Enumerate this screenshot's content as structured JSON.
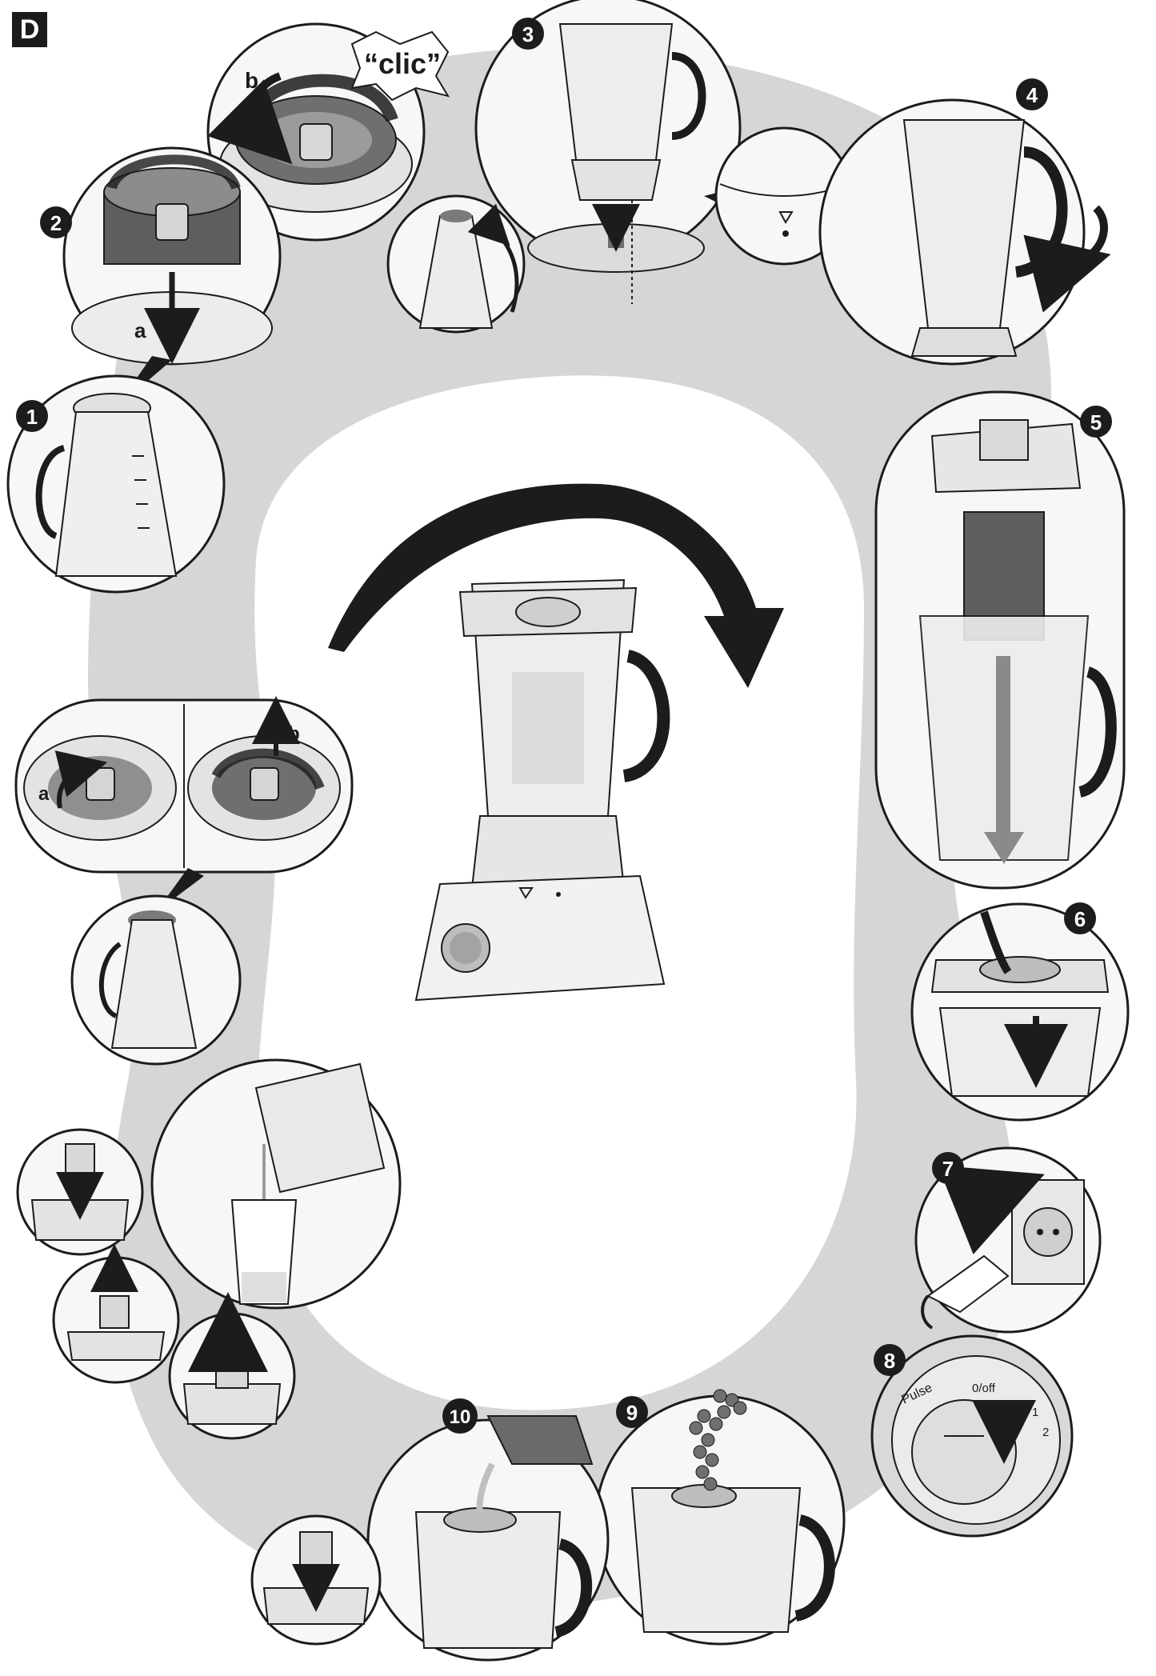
{
  "section_letter": "D",
  "steps": [
    {
      "num": "1"
    },
    {
      "num": "2"
    },
    {
      "num": "3"
    },
    {
      "num": "4"
    },
    {
      "num": "5"
    },
    {
      "num": "6"
    },
    {
      "num": "7"
    },
    {
      "num": "8"
    },
    {
      "num": "9"
    },
    {
      "num": "10"
    }
  ],
  "callouts": {
    "clic": "“clic”",
    "step2_a": "a",
    "step2_b": "b",
    "disassemble_a": "a",
    "disassemble_b": "b"
  },
  "dial": {
    "pulse": "Pulse",
    "off": "0/off",
    "one": "1",
    "two": "2"
  },
  "colors": {
    "ink": "#1c1c1c",
    "swoosh": "#c9c9c9",
    "panel_fill": "#f7f7f7",
    "metal": "#8a8a8a"
  }
}
